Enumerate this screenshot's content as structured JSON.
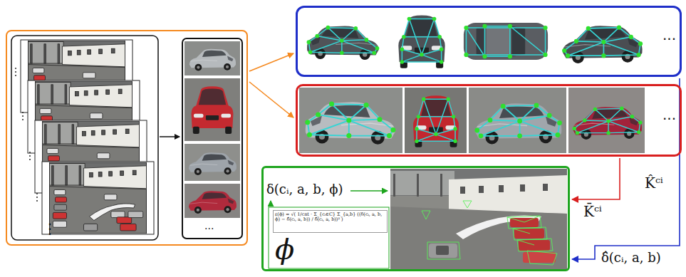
{
  "diagram": {
    "nodes": [
      {
        "text": [
          "⋮"
        ]
      },
      {
        "text": [
          "..."
        ],
        "in": 0
      },
      {
        "text": [
          "..."
        ]
      },
      {
        "text": [
          "..."
        ]
      },
      {
        "text": [
          "δ(cᵢ, a, b, ϕ)",
          "ϕ"
        ]
      },
      {
        "text": [
          "ε(ϕ) = √( 1/cnt · Σ_{cᵢ∈C} Σ_{a,b} ((δ(cᵢ, a, b, ϕ) − δ̂(cᵢ, a, b)) / δ̂(cᵢ, a, b))² )"
        ],
        "in": 4
      }
    ],
    "edges": [
      {
        "from": 0,
        "to": 2,
        "arrow": "to"
      },
      {
        "from": 0,
        "to": 3,
        "arrow": "to"
      },
      {
        "from": 3,
        "to": 4,
        "arrow": "to",
        "label": "K̄ᶜⁱ"
      },
      {
        "from": 2,
        "to": 4,
        "arrow": "to",
        "label": "K̂ᶜⁱ"
      }
    ],
    "labels": [
      "δ̂(cᵢ, a, b)"
    ]
  }
}
